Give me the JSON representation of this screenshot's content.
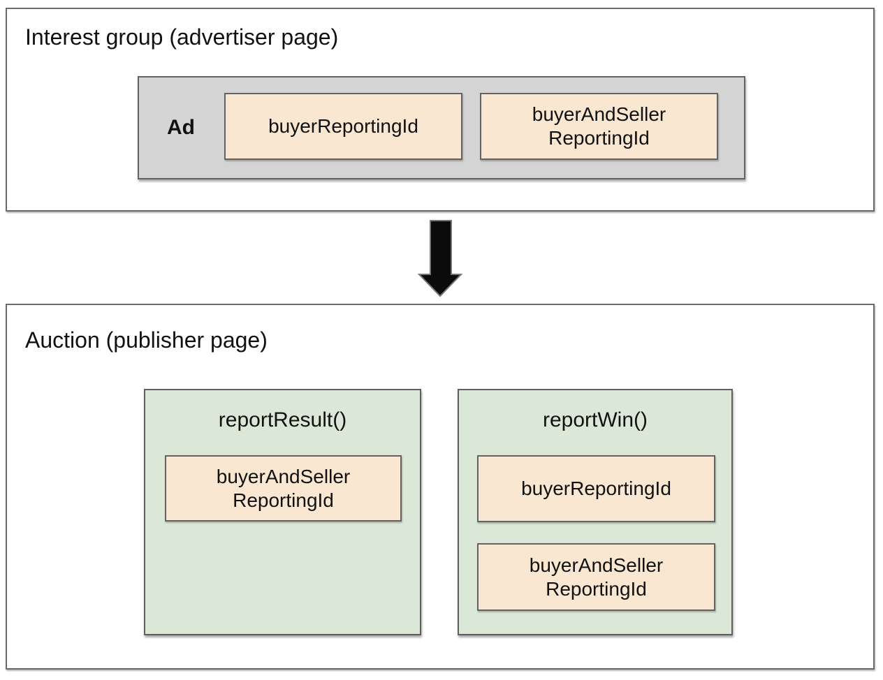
{
  "interest_group": {
    "title": "Interest group (advertiser page)",
    "ad_label": "Ad",
    "chip1": {
      "line1": "buyerReportingId"
    },
    "chip2": {
      "line1": "buyerAndSeller",
      "line2": "ReportingId"
    }
  },
  "auction": {
    "title": "Auction (publisher page)",
    "report_result": {
      "name": "reportResult()",
      "chip1": {
        "line1": "buyerAndSeller",
        "line2": "ReportingId"
      }
    },
    "report_win": {
      "name": "reportWin()",
      "chip1": {
        "line1": "buyerReportingId"
      },
      "chip2": {
        "line1": "buyerAndSeller",
        "line2": "ReportingId"
      }
    }
  },
  "icons": {
    "down_arrow": "down-arrow-icon"
  },
  "colors": {
    "ad_box_fill": "#d4d4d4",
    "chip_fill": "#f9e7d1",
    "function_box_fill": "#dce8d7",
    "box_border": "#636363",
    "section_border": "#6b6b6b",
    "arrow_fill": "#0b0b0b",
    "arrow_outline": "#757575",
    "text": "#111111",
    "background": "#ffffff"
  }
}
